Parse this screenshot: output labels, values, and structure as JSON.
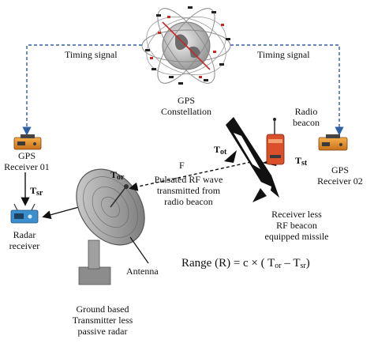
{
  "connectors": {
    "timing_signal_left": "Timing signal",
    "timing_signal_right": "Timing signal"
  },
  "gps_constellation": {
    "label_line1": "GPS",
    "label_line2": "Constellation"
  },
  "receiver_01": {
    "label_line1": "GPS",
    "label_line2": "Receiver 01",
    "time_main": "T",
    "time_sub": "sr"
  },
  "receiver_02": {
    "label_line1": "GPS",
    "label_line2": "Receiver 02",
    "time_main": "T",
    "time_sub": "st"
  },
  "radar_receiver": {
    "label_line1": "Radar",
    "label_line2": "receiver"
  },
  "radio_beacon": {
    "label_line1": "Radio",
    "label_line2": "beacon"
  },
  "missile": {
    "label_line1": "Receiver less",
    "label_line2": "RF beacon",
    "label_line3": "equipped missile",
    "time_main": "T",
    "time_sub": "ot"
  },
  "rf_wave": {
    "symbol": "F",
    "label_line1": "Pulsated RF wave",
    "label_line2": "transmitted from",
    "label_line3": "radio beacon"
  },
  "radar_dish": {
    "time_main": "T",
    "time_sub": "or",
    "antenna_label": "Antenna",
    "caption_line1": "Ground based",
    "caption_line2": "Transmitter less",
    "caption_line3": "passive radar"
  },
  "formula": {
    "lhs": "Range (R) = c × ( T",
    "sub1": "or",
    "mid": " – T",
    "sub2": "sr",
    "rhs": ")"
  },
  "colors": {
    "timing_line": "#2e5fa6",
    "device_orange": "#e8922a",
    "radar_box": "#3c8fcf",
    "dish_gray": "#8c8c8c",
    "missile_black": "#111111",
    "beacon_red": "#d9502a"
  }
}
